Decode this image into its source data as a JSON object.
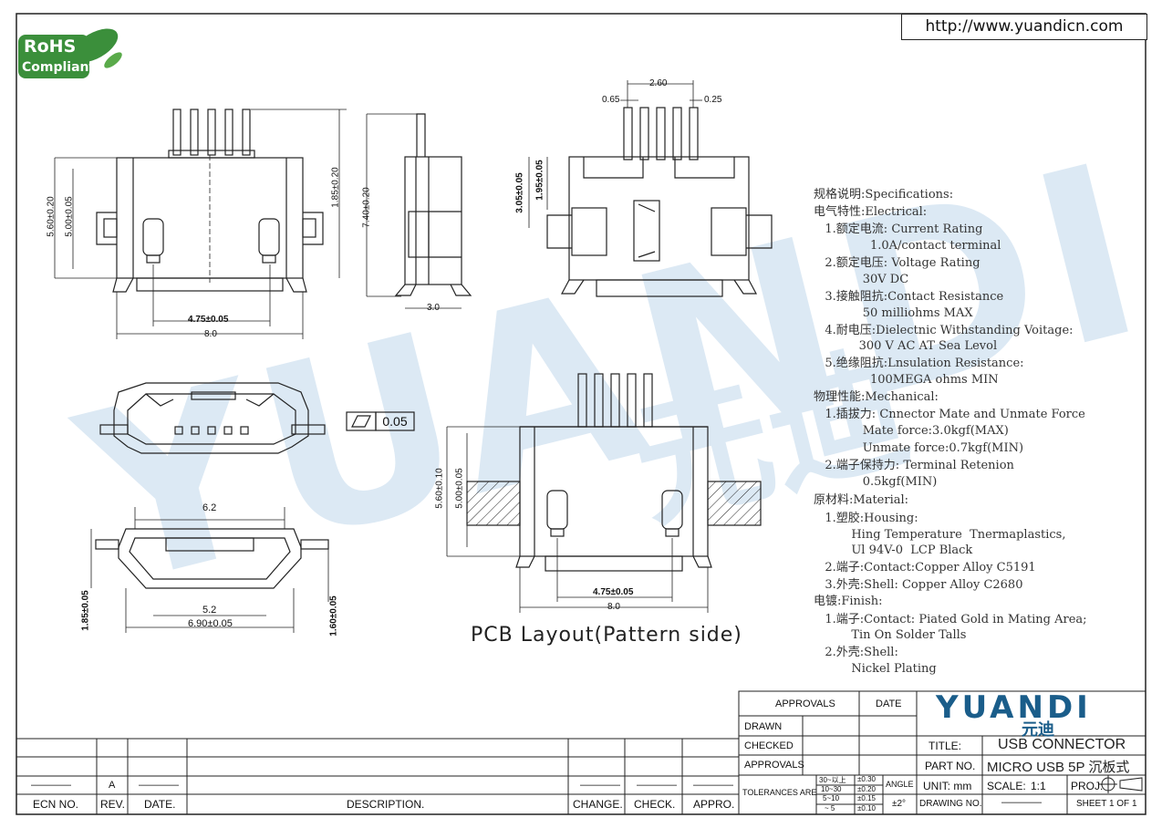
{
  "header": {
    "url": "http://www.yuandicn.com",
    "rohs_top": "RoHS",
    "rohs_bottom": "Compliant",
    "watermark": "YUANDI",
    "watermark_cn": "元迪"
  },
  "dimensions": {
    "top_left": {
      "h_5_60": "5.60±0.20",
      "h_5_00": "5.00±0.05",
      "h_1_85": "1.85±0.20",
      "w_4_75": "4.75±0.05",
      "w_8_0": "8.0"
    },
    "side": {
      "h_7_40": "7.40±0.20",
      "w_3_0": "3.0"
    },
    "top_right": {
      "w_0_65": "0.65",
      "w_2_60": "2.60",
      "w_0_25": "0.25",
      "h_3_05": "3.05±0.05",
      "h_1_95": "1.95±0.05"
    },
    "front": {
      "flatness": "0.05"
    },
    "port": {
      "w_6_2": "6.2",
      "w_5_2": "5.2",
      "w_6_90": "6.90±0.05",
      "h_1_85": "1.85±0.05",
      "h_1_60": "1.60±0.05"
    },
    "pcb": {
      "h_5_60": "5.60±0.10",
      "h_5_00": "5.00±0.05",
      "w_4_75": "4.75±0.05",
      "w_8_0": "8.0",
      "label": "PCB  Layout(Pattern  side)"
    }
  },
  "specs": {
    "lines": [
      "规格说明:Specifications:",
      "电气特性:Electrical:",
      "   1.额定电流: Current Rating",
      "               1.0A/contact terminal",
      "   2.额定电压: Voltage Rating",
      "             30V DC",
      "   3.接触阻抗:Contact Resistance",
      "             50 milliohms MAX",
      "   4.耐电压:Dielectnic Withstanding Voitage:",
      "            300 V AC AT Sea Levol",
      "   5.绝缘阻抗:Lnsulation Resistance:",
      "               100MEGA ohms MIN",
      "物理性能:Mechanical:",
      "   1.插拔力: Cnnector Mate and Unmate Force",
      "             Mate force:3.0kgf(MAX)",
      "             Unmate force:0.7kgf(MIN)",
      "   2.端子保持力: Terminal Retenion",
      "             0.5kgf(MIN)",
      "原材料:Material:",
      "   1.塑胶:Housing:",
      "          Hing Temperature  Tnermaplastics,",
      "          Ul 94V-0  LCP Black",
      "   2.端子:Contact:Copper Alloy C5191",
      "   3.外壳:Shell: Copper Alloy C2680",
      "电镀:Finish:",
      "   1.端子:Contact: Piated Gold in Mating Area;",
      "          Tin On Solder Talls",
      "   2.外壳:Shell:",
      "          Nickel Plating"
    ]
  },
  "title_block": {
    "approvals": "APPROVALS",
    "date": "DATE",
    "drawn": "DRAWN",
    "checked": "CHECKED",
    "approvals2": "APPROVALS",
    "tolerances": "TOLERANCES  ARE",
    "tol_rows": [
      {
        "range": "30~以上",
        "tol": "±0.30"
      },
      {
        "range": "10~30",
        "tol": "±0.20"
      },
      {
        "range": "5~10",
        "tol": "±0.15"
      },
      {
        "range": "~ 5",
        "tol": "±0.10"
      }
    ],
    "angle": "ANGLE",
    "angle_tol": "±2°",
    "brand": "YUANDI",
    "brand_cn": "元迪",
    "title_label": "TITLE:",
    "title_value": "USB CONNECTOR",
    "part_label": "PART  NO.",
    "part_value": "MICRO USB 5P 沉板式",
    "unit": "UNIT:  mm",
    "scale_label": "SCALE:",
    "scale_value": "1:1",
    "proj": "PROJ:",
    "drawing_no": "DRAWING  NO.",
    "drawing_no_value": "————",
    "sheet": "SHEET   1  OF  1",
    "rev_row": {
      "ecn": "————",
      "rev": "A",
      "date": "————",
      "change": "————",
      "check": "————",
      "appro": "————"
    },
    "footer": {
      "ecn": "ECN  NO.",
      "rev": "REV.",
      "date": "DATE.",
      "desc": "DESCRIPTION.",
      "change": "CHANGE.",
      "check": "CHECK.",
      "appro": "APPRO."
    }
  },
  "colors": {
    "brand": "#1a5d8a",
    "rohs": "#3b8f3b",
    "watermark": "#d5e6f3",
    "line": "#222222"
  }
}
